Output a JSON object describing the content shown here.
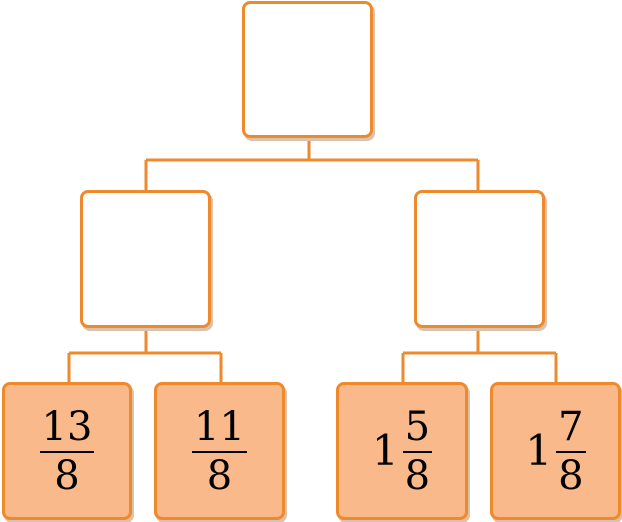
{
  "colors": {
    "accent": "#ee8a2c",
    "leaf_fill": "#f9b98a",
    "empty_fill": "#ffffff",
    "shadow": "#d9c3ae"
  },
  "tree": {
    "root": {
      "value": ""
    },
    "left": {
      "value": ""
    },
    "right": {
      "value": ""
    },
    "leaves": [
      {
        "whole": "",
        "numerator": "13",
        "denominator": "8"
      },
      {
        "whole": "",
        "numerator": "11",
        "denominator": "8"
      },
      {
        "whole": "1",
        "numerator": "5",
        "denominator": "8"
      },
      {
        "whole": "1",
        "numerator": "7",
        "denominator": "8"
      }
    ]
  }
}
